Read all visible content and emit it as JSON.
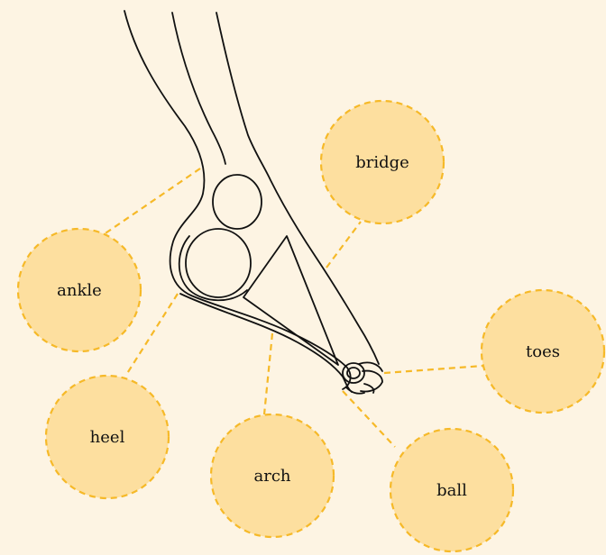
{
  "colors": {
    "background": "#fdf4e3",
    "bubble_fill": "#fddf9f",
    "bubble_stroke": "#f6b928",
    "line": "#111111"
  },
  "labels": {
    "ankle": "ankle",
    "heel": "heel",
    "arch": "arch",
    "ball": "ball",
    "toes": "toes",
    "bridge": "bridge"
  }
}
